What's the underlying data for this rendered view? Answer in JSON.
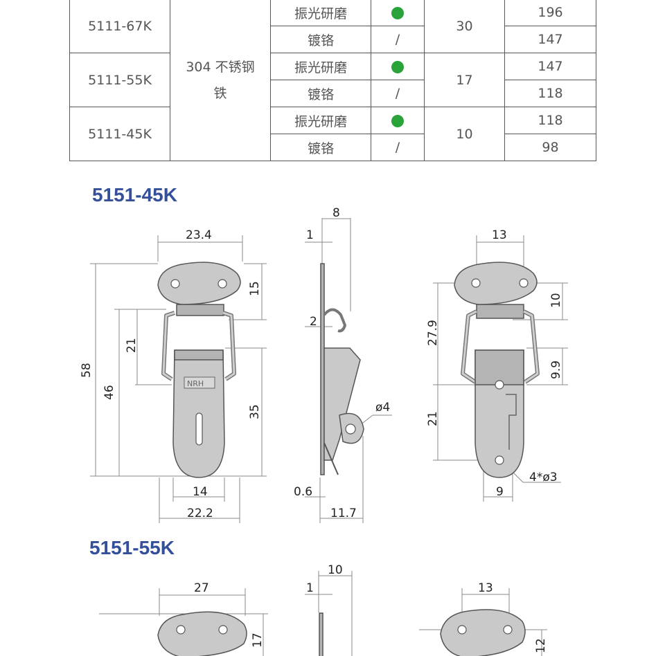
{
  "spec_table": {
    "rows": [
      {
        "model": "5111-67K",
        "finish_a": "振光研磨",
        "mark_a": "green-dot",
        "finish_b": "镀铬",
        "mark_b": "/",
        "load": "30",
        "val_a": "196",
        "val_b": "147"
      },
      {
        "model": "5111-55K",
        "finish_a": "振光研磨",
        "mark_a": "green-dot",
        "finish_b": "镀铬",
        "mark_b": "/",
        "load": "17",
        "val_a": "147",
        "val_b": "118"
      },
      {
        "model": "5111-45K",
        "finish_a": "振光研磨",
        "mark_a": "green-dot",
        "finish_b": "镀铬",
        "mark_b": "/",
        "load": "10",
        "val_a": "118",
        "val_b": "98"
      }
    ],
    "material_line1": "304 不锈钢",
    "material_line2": "铁",
    "dot_color": "#2aa43a"
  },
  "section_1": {
    "title": "5151-45K",
    "front_dims": {
      "top_width": "23.4",
      "plate_height": "15",
      "loop_height": "21",
      "total_height": "58",
      "body_height": "46",
      "hasp_height": "35",
      "slot_width": "14",
      "bottom_width": "22.2"
    },
    "side_dims": {
      "top": "8",
      "thickness": "1",
      "gap": "2",
      "hole": "ø4",
      "base": "0.6",
      "depth": "11.7"
    },
    "back_dims": {
      "top": "13",
      "upper": "10",
      "mid": "9.9",
      "span": "27.9",
      "lower": "21",
      "holes": "4*ø3",
      "bottom": "9"
    },
    "logo": "NRH"
  },
  "section_2": {
    "title": "5151-55K",
    "front_dims": {
      "top_width": "27",
      "plate_height": "17"
    },
    "side_dims": {
      "top": "10",
      "thickness": "1"
    },
    "back_dims": {
      "top": "13",
      "upper": "12"
    }
  },
  "colors": {
    "heading": "#34509b",
    "border": "#555555"
  }
}
